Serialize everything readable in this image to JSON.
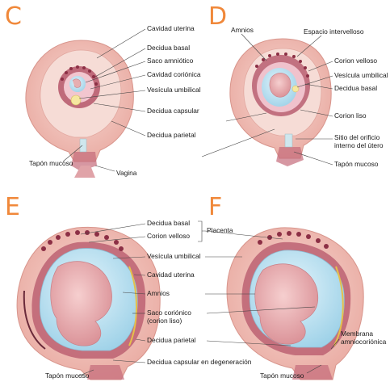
{
  "panels": [
    {
      "letter": "C"
    },
    {
      "letter": "D"
    },
    {
      "letter": "E"
    },
    {
      "letter": "F"
    }
  ],
  "labels_c": {
    "cavidad_uterina": "Cavidad uterina",
    "decidua_basal": "Decidua basal",
    "saco_amniotico": "Saco amniótico",
    "cavidad_corionica": "Cavidad coriónica",
    "vesicula_umbilical": "Vesícula umbilical",
    "decidua_capsular": "Decidua capsular",
    "decidua_parietal": "Decidua parietal",
    "tapon_mucoso": "Tapón mucoso",
    "vagina": "Vagina"
  },
  "labels_d": {
    "amnios": "Amnios",
    "espacio_intervelloso": "Espacio intervelloso",
    "corion_velloso": "Corion velloso",
    "vesicula_umbilical": "Vesícula umbilical",
    "decidua_basal": "Decidua basal",
    "corion_liso": "Corion liso",
    "sitio_orificio_1": "Sitio del orificio",
    "sitio_orificio_2": "interno del útero",
    "tapon_mucoso": "Tapón mucoso"
  },
  "labels_e": {
    "decidua_basal": "Decidua basal",
    "corion_velloso": "Corion velloso",
    "placenta": "Placenta",
    "vesicula_umbilical": "Vesícula umbilical",
    "cavidad_uterina": "Cavidad uterina",
    "amnios": "Amnios",
    "saco_corionico_1": "Saco coriónico",
    "saco_corionico_2": "(corion liso)",
    "decidua_parietal": "Decidua parietal",
    "decidua_capsular_degeneracion": "Decidua capsular en degeneración",
    "tapon_mucoso": "Tapón mucoso"
  },
  "labels_f": {
    "membrana_1": "Membrana",
    "membrana_2": "amniocoriónica",
    "tapon_mucoso": "Tapón mucoso"
  },
  "colors": {
    "letter": "#f0883a",
    "uterus_wall": "#f3c9c2",
    "uterus_inner": "#ecb3ab",
    "decidua": "#b5566a",
    "chorion": "#e8a9b8",
    "amniotic_fluid": "#bfe3f1",
    "embryo": "#e7aeb0",
    "yolk_sac": "#f6e7a0",
    "line": "#444444"
  }
}
